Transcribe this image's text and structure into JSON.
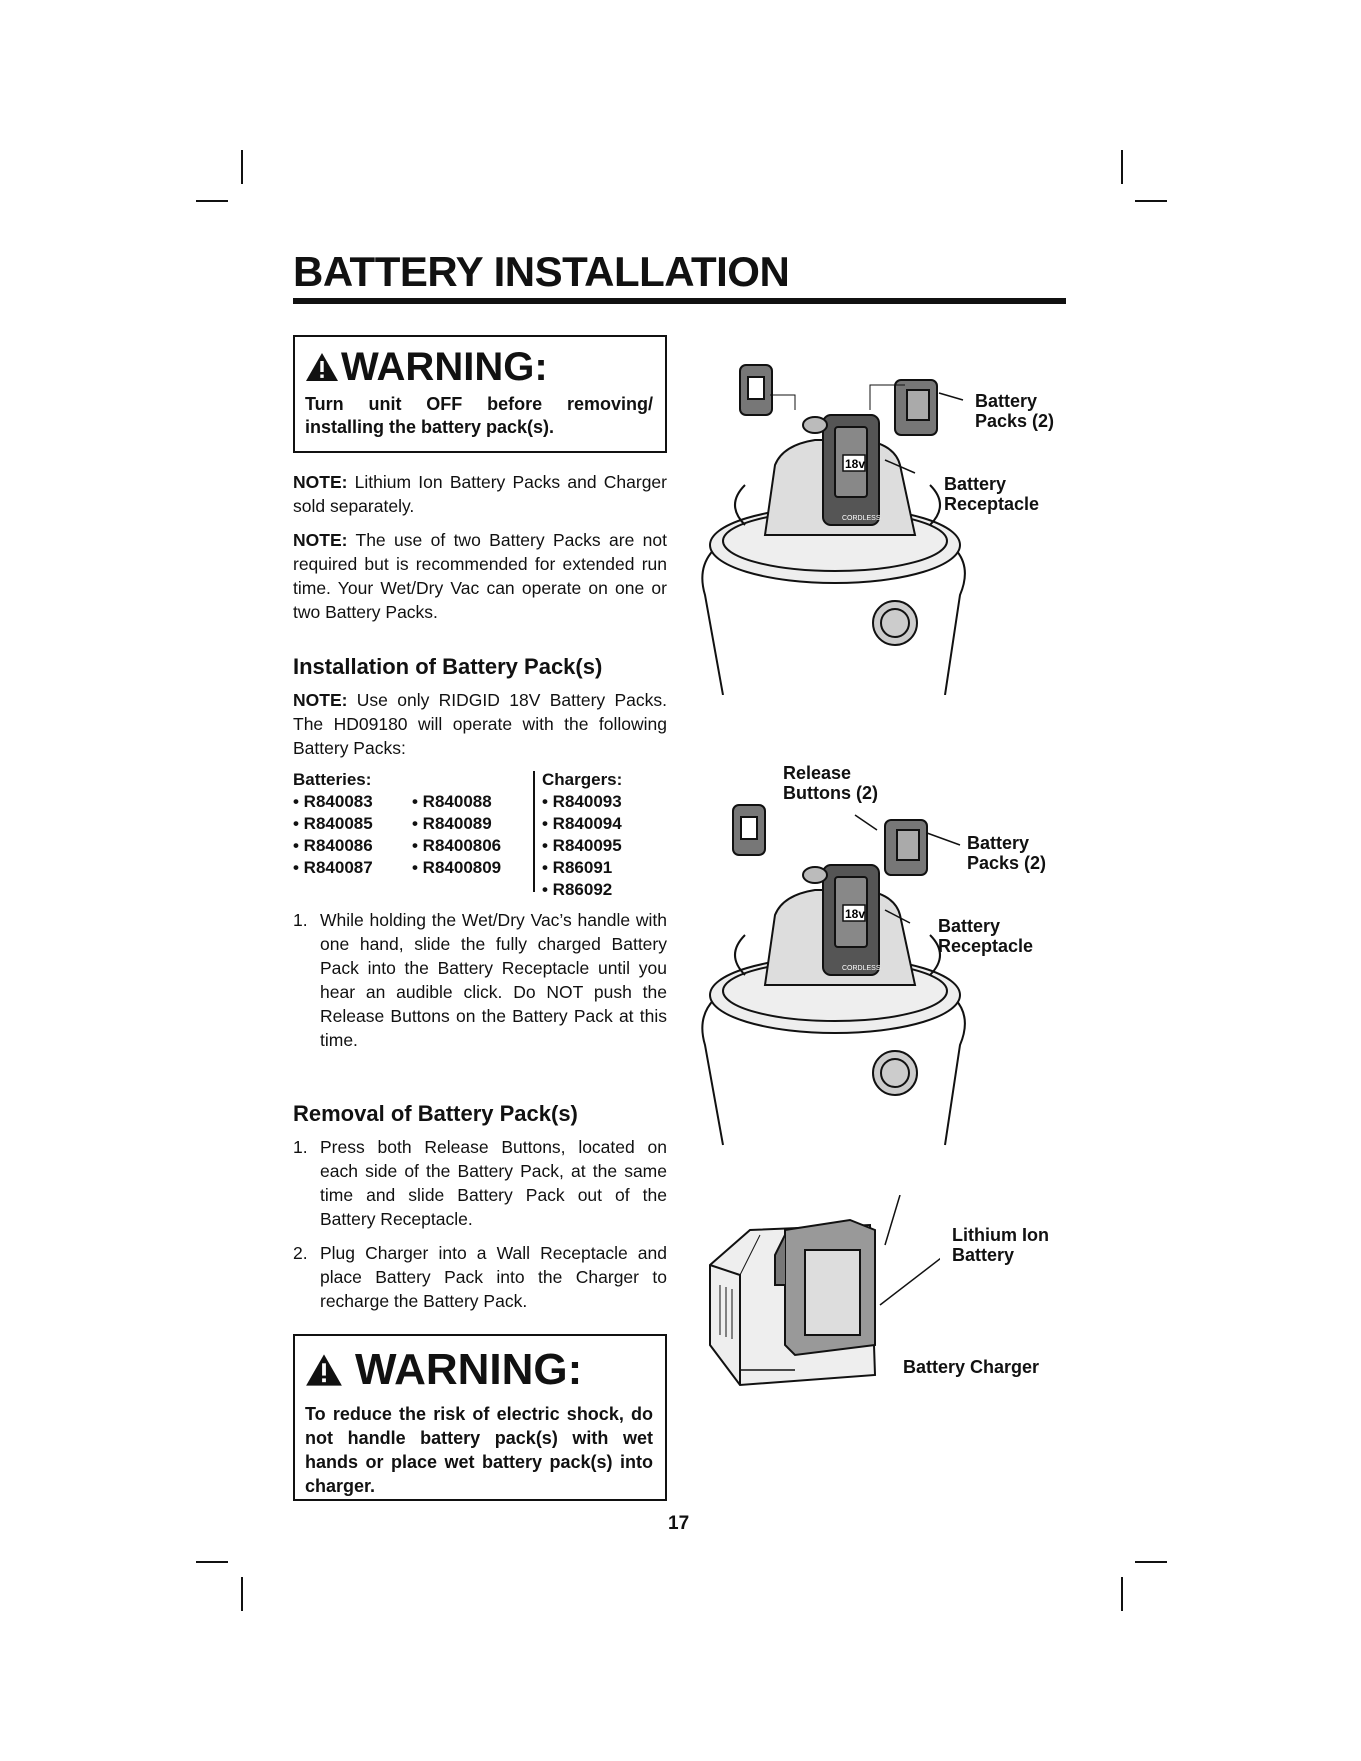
{
  "title": "BATTERY INSTALLATION",
  "warning1": {
    "heading": "WARNING:",
    "text": "Turn unit OFF before removing/ installing the battery pack(s)."
  },
  "notes": [
    {
      "label": "NOTE:",
      "text": " Lithium Ion Battery Packs and Charger sold separately."
    },
    {
      "label": "NOTE:",
      "text": " The use of two Battery Packs are not required but is recommended for extended run time. Your Wet/Dry Vac can operate on one or two Battery Packs."
    }
  ],
  "installation": {
    "heading": "Installation of Battery Pack(s)",
    "note_label": "NOTE:",
    "note_text": " Use only RIDGID 18V Battery Packs. The HD09180 will operate with the following Battery Packs:",
    "batteries_label": "Batteries:",
    "batteries_col1": [
      "• R840083",
      "• R840085",
      "• R840086",
      "• R840087"
    ],
    "batteries_col2": [
      "• R840088",
      "• R840089",
      "• R8400806",
      "• R8400809"
    ],
    "chargers_label": "Chargers:",
    "chargers": [
      "• R840093",
      "• R840094",
      "• R840095",
      "• R86091",
      "• R86092"
    ],
    "steps": [
      {
        "num": "1.",
        "text": "While holding the Wet/Dry Vac’s handle with one hand, slide the fully charged Battery Pack into the Battery Receptacle until you hear an audible click. Do NOT push the Release Buttons on the Battery Pack at this time."
      }
    ]
  },
  "removal": {
    "heading": "Removal of Battery Pack(s)",
    "steps": [
      {
        "num": "1.",
        "text": "Press both Release Buttons, located on each side of the Battery Pack, at the same time and slide Battery Pack out of the Battery Receptacle."
      },
      {
        "num": "2.",
        "text": "Plug Charger into a Wall Receptacle and place Battery Pack into the Charger to recharge the Battery Pack."
      }
    ]
  },
  "warning2": {
    "heading": "WARNING:",
    "text": "To reduce the risk of electric shock, do not handle battery pack(s) with wet hands or place wet battery pack(s) into charger."
  },
  "figure1": {
    "callout_packs": [
      "Battery",
      "Packs (2)"
    ],
    "callout_receptacle": [
      "Battery",
      "Receptacle"
    ],
    "badge": "18v",
    "brand": "CORDLESS"
  },
  "figure2": {
    "callout_release": [
      "Release",
      "Buttons (2)"
    ],
    "callout_packs": [
      "Battery",
      "Packs (2)"
    ],
    "callout_receptacle": [
      "Battery",
      "Receptacle"
    ],
    "badge": "18v",
    "brand": "CORDLESS"
  },
  "figure3": {
    "callout_battery": [
      "Lithium Ion",
      "Battery"
    ],
    "callout_charger": "Battery Charger"
  },
  "page_number": "17"
}
